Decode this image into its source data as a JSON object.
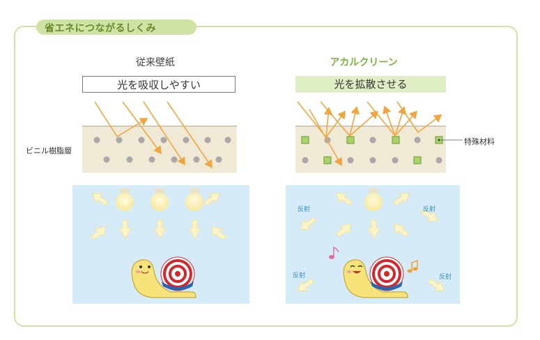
{
  "header": {
    "title": "省エネにつながるしくみ"
  },
  "left_panel": {
    "heading": "従来壁紙",
    "caption": "光を吸収しやすい"
  },
  "right_panel": {
    "heading": "アカルクリーン",
    "caption": "光を拡散させる"
  },
  "labels": {
    "layer": "ビニル樹脂層",
    "material": "特殊材料",
    "reflect": "反射"
  },
  "colors": {
    "frame": "#cfe3a4",
    "layer_bg": "#efe9d6",
    "room_bg": "#d5ecf8",
    "ray": "#f0a640",
    "square": "#a8d36a",
    "accent": "#7cb23f"
  },
  "icons": [
    "light-bulb-icon",
    "snail-icon",
    "music-note-icon",
    "light-arrow-icon"
  ]
}
